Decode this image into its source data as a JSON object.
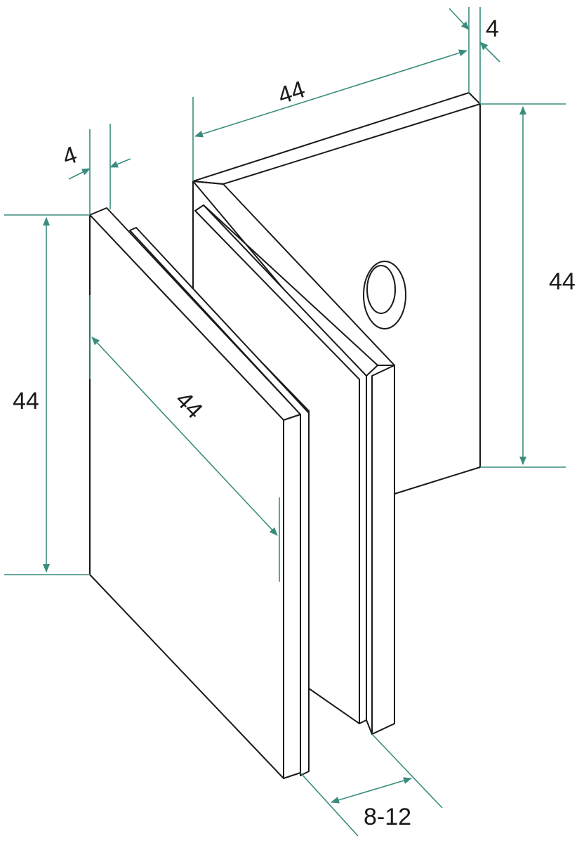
{
  "colors": {
    "object_line": "#1a1a1a",
    "dimension_line": "#3a8c7e",
    "background": "#ffffff"
  },
  "dimensions": {
    "back_top_thickness": "4",
    "back_top_width": "44",
    "back_right_height": "44",
    "front_left_thickness": "4",
    "front_left_height": "44",
    "front_face_diagonal": "44",
    "glass_gap": "8-12"
  }
}
